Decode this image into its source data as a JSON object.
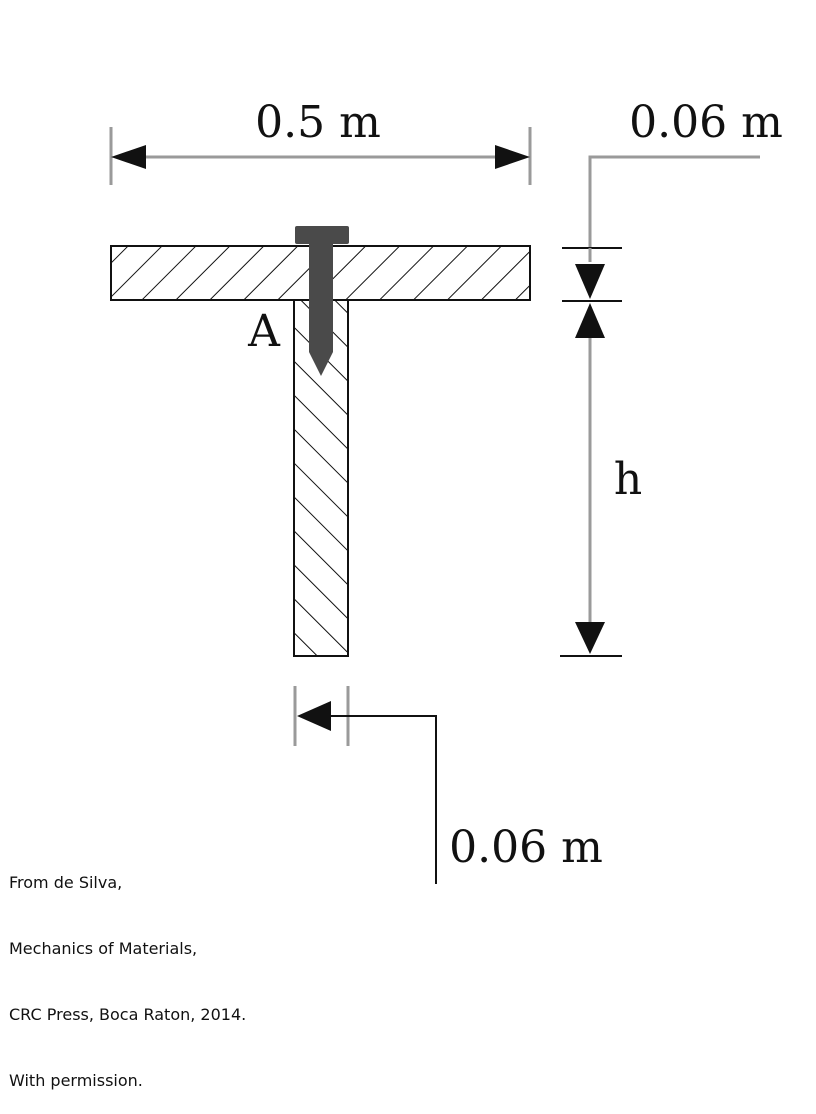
{
  "diagram": {
    "labels": {
      "flange_width": "0.5 m",
      "flange_thickness": "0.06 m",
      "web_height": "h",
      "web_thickness": "0.06 m",
      "point_a": "A"
    },
    "credit_lines": [
      "From de Silva,",
      "Mechanics of Materials,",
      "CRC Press, Boca Raton, 2014.",
      "With permission."
    ],
    "colors": {
      "line": "#111111",
      "dimension": "#9a9a9a",
      "hatch": "#111111",
      "pin": "#4a4a4a",
      "background": "#ffffff"
    }
  }
}
